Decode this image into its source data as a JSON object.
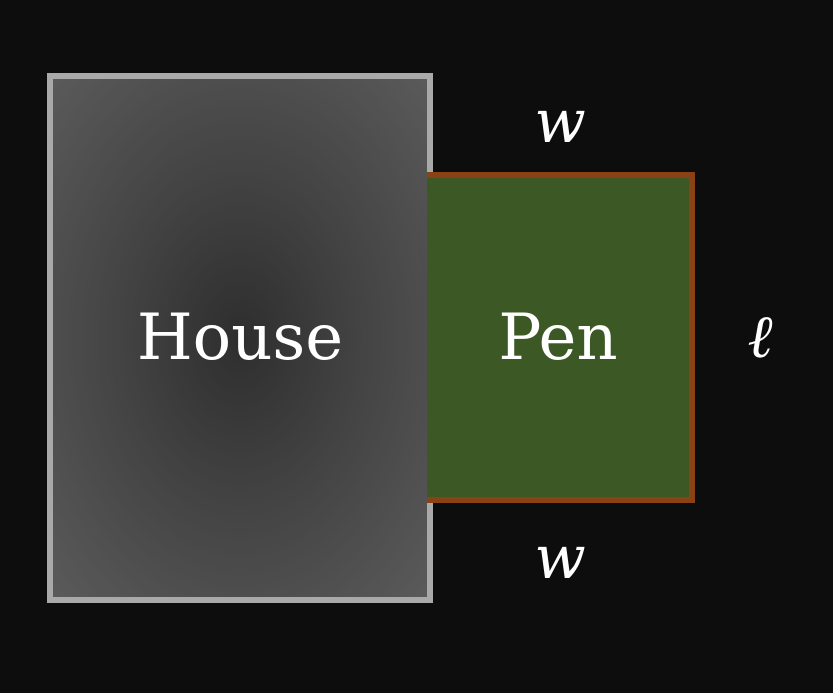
{
  "diagram": {
    "house": {
      "label": "House",
      "border_color": "#a9a9a9",
      "fill_color": "#4a4a4a"
    },
    "pen": {
      "label": "Pen",
      "border_color": "#8a4214",
      "fill_color": "#3c5824"
    },
    "labels": {
      "width_top": "w",
      "width_bottom": "w",
      "length": "ℓ"
    },
    "background_color": "#0d0d0d"
  }
}
